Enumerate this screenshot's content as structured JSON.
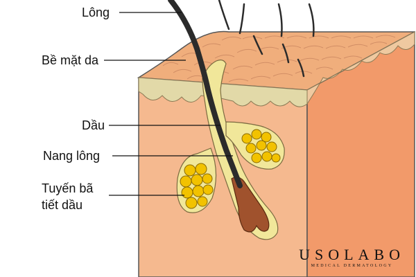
{
  "labels": {
    "hair": "Lông",
    "skin_surface": "Bề mặt da",
    "oil": "Dầu",
    "hair_follicle": "Nang lông",
    "sebaceous_gland_line1": "Tuyến bã",
    "sebaceous_gland_line2": "tiết dầu"
  },
  "logo": {
    "name": "USOLABO",
    "subtitle": "MEDICAL DERMATOLOGY"
  },
  "colors": {
    "skin_front": "#F5B98F",
    "skin_side": "#F29A6A",
    "skin_top": "#F0AE7C",
    "epidermis_band": "#E2D9A8",
    "sebum": "#F1E79A",
    "gland_cells": "#F2C200",
    "hair": "#2B2B2B",
    "follicle_bulb": "#A0522D"
  }
}
